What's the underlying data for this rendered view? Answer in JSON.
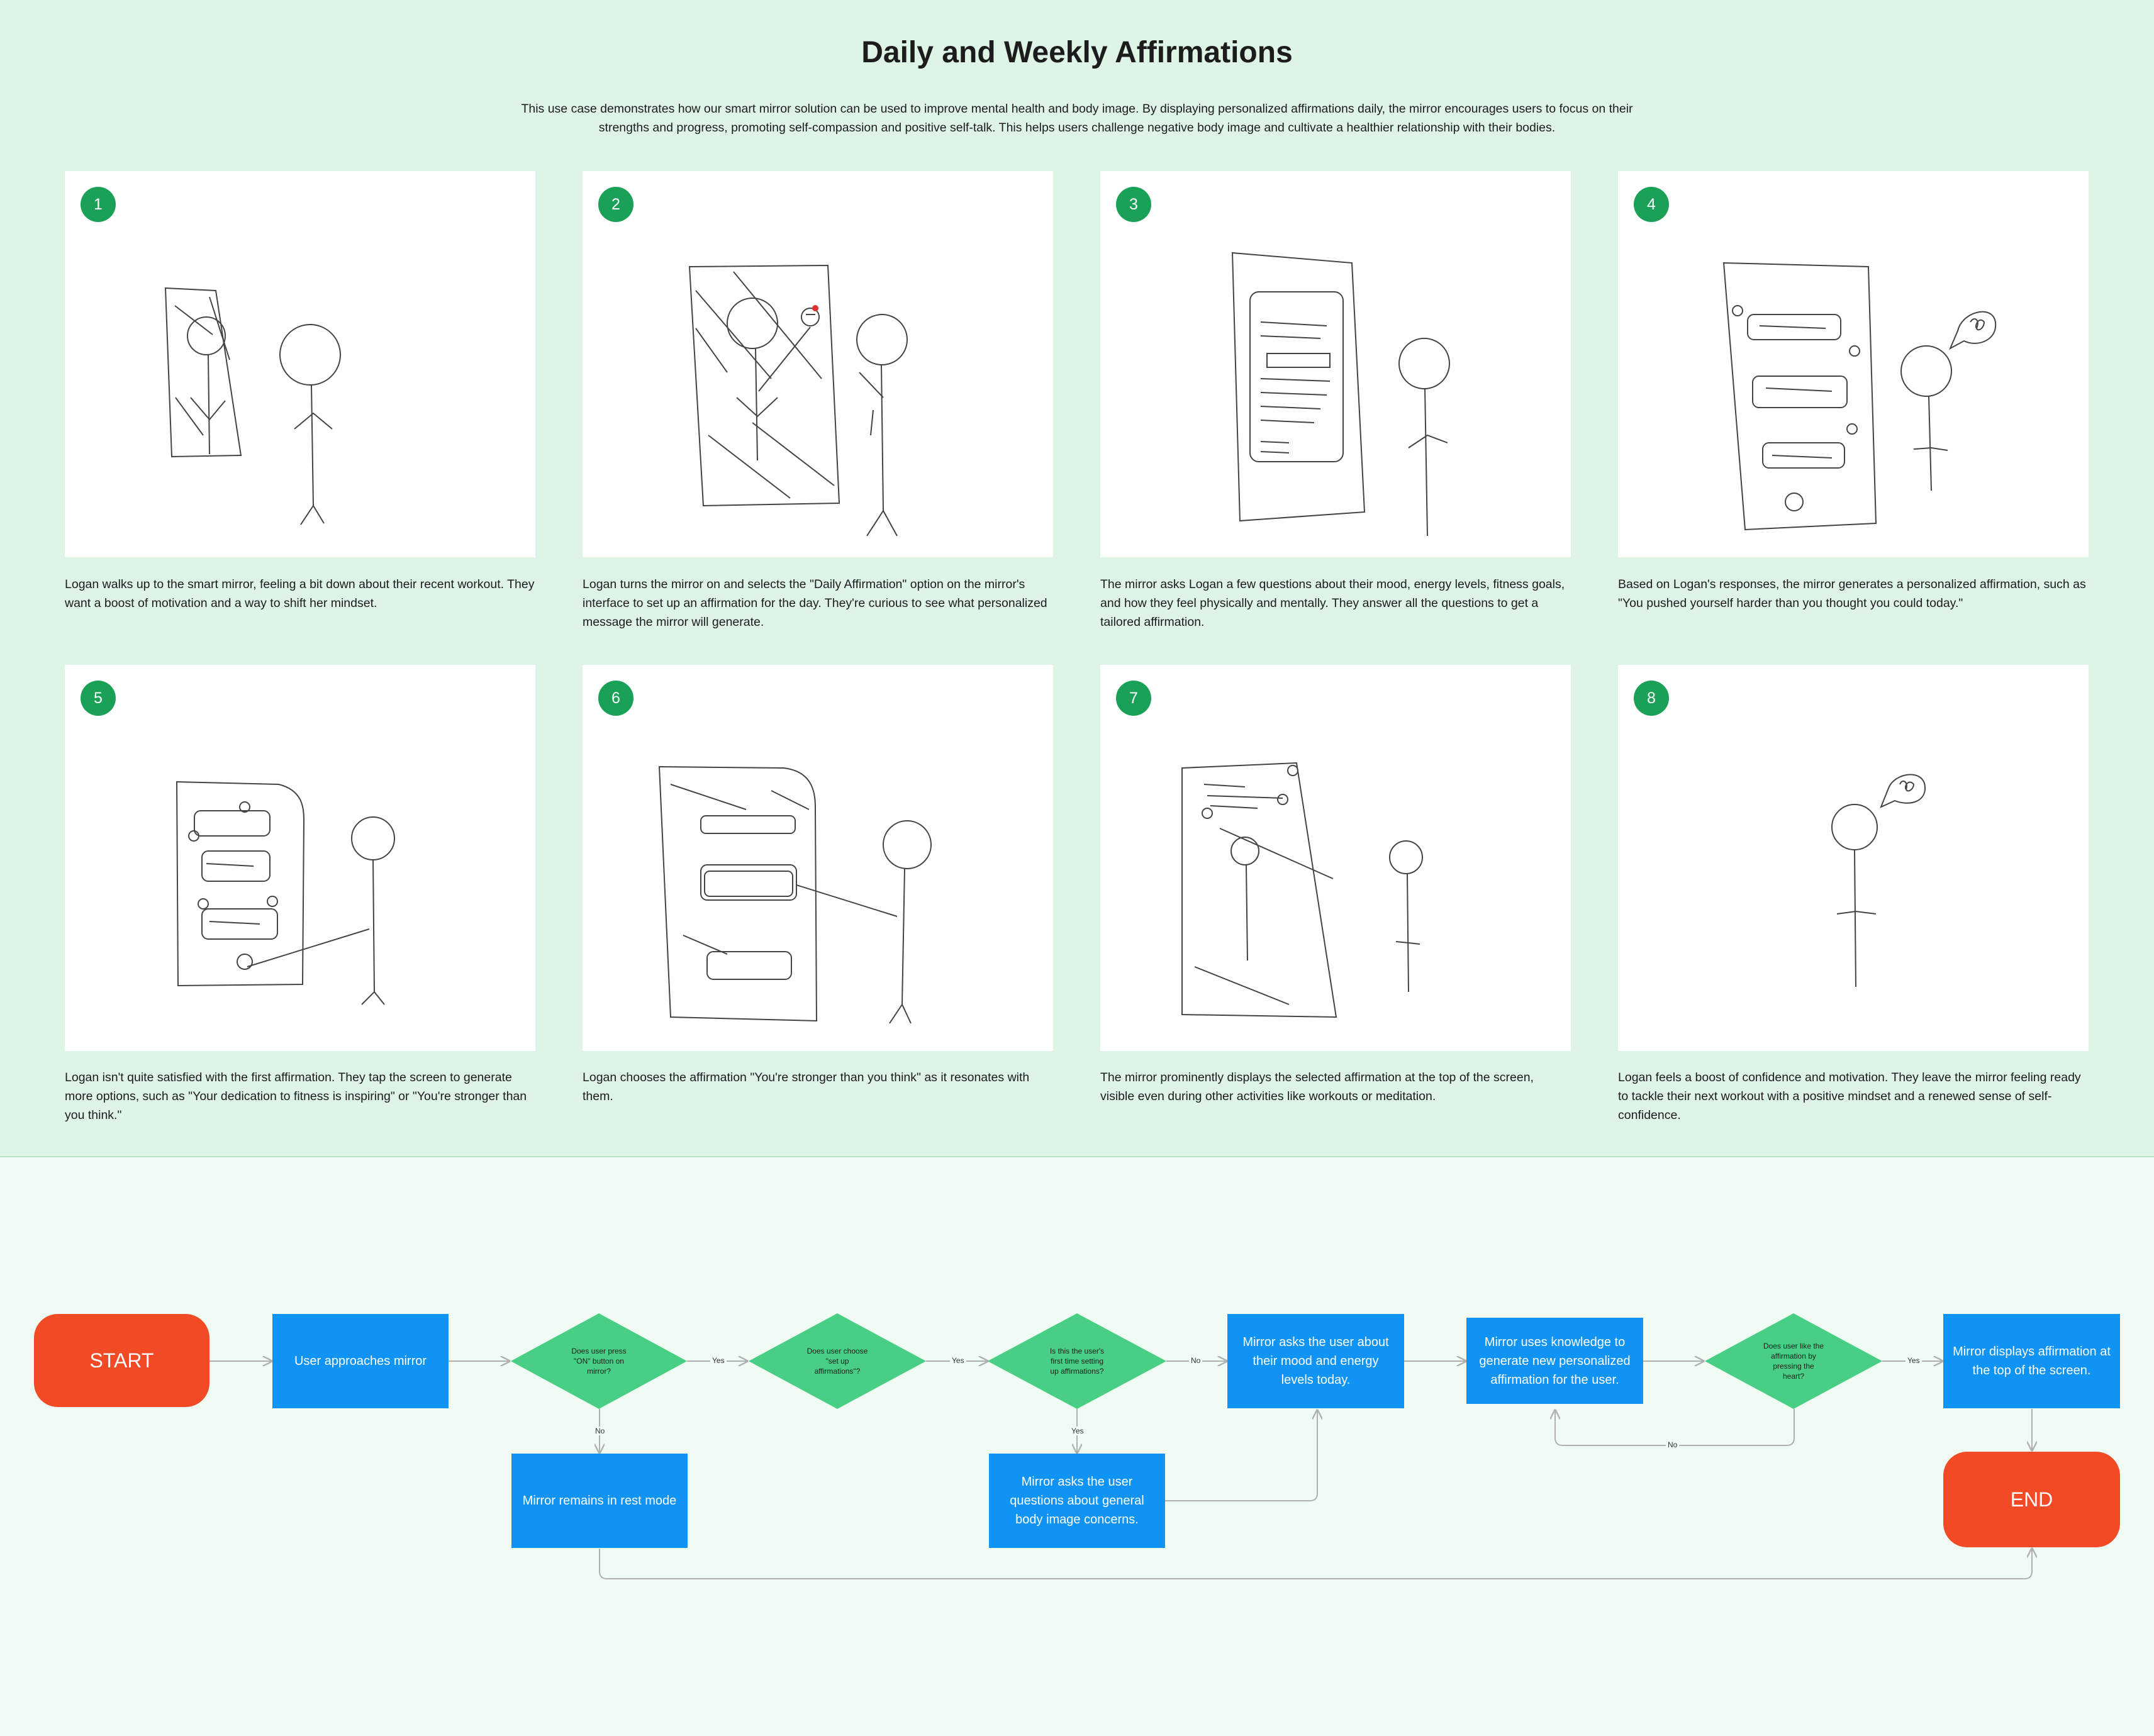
{
  "page": {
    "title": "Daily and Weekly Affirmations",
    "intro": "This use case demonstrates how our smart mirror solution can be used to improve mental health and body image. By displaying personalized affirmations daily, the mirror encourages users to focus on their strengths and progress, promoting self-compassion and positive self-talk. This helps users challenge negative body image and cultivate a healthier relationship with their bodies."
  },
  "steps": [
    {
      "number": "1",
      "caption": "Logan walks up to the smart mirror, feeling a bit down about their recent workout. They want a boost of motivation and a way to shift her mindset."
    },
    {
      "number": "2",
      "caption": "Logan turns the mirror on and selects the \"Daily Affirmation\" option on the mirror's interface to set up an affirmation for the day. They're curious to see what personalized message the mirror will generate."
    },
    {
      "number": "3",
      "caption": "The mirror asks Logan a few questions about their mood, energy levels, fitness goals, and how they feel physically and mentally. They answer all the questions to get a tailored affirmation."
    },
    {
      "number": "4",
      "caption": "Based on Logan's responses, the mirror generates a personalized affirmation, such as \"You pushed yourself harder than you thought you could today.\""
    },
    {
      "number": "5",
      "caption": "Logan isn't quite satisfied with the first affirmation. They tap the screen to generate more options, such as \"Your dedication to fitness is inspiring\" or \"You're stronger than you think.\""
    },
    {
      "number": "6",
      "caption": "Logan chooses the affirmation \"You're stronger than you think\" as it resonates with them."
    },
    {
      "number": "7",
      "caption": "The mirror prominently displays the selected affirmation at the top of the screen, visible even during other activities like workouts or meditation."
    },
    {
      "number": "8",
      "caption": "Logan feels a boost of confidence and motivation. They leave the mirror feeling ready to tackle their next workout with a positive mindset and a renewed sense of self-confidence."
    }
  ],
  "flow": {
    "start": "START",
    "end": "END",
    "approach": "User approaches mirror",
    "q_on": "Does user press \"ON\" button on mirror?",
    "q_setup": "Does user choose \"set up affirmations\"?",
    "q_first": "Is this the user's first time setting up affirmations?",
    "ask_mood": "Mirror asks the user about their mood and energy levels today.",
    "generate": "Mirror uses knowledge to generate new personalized affirmation for the user.",
    "q_like": "Does user like the affirmation by pressing the heart?",
    "display": "Mirror displays affirmation at the top of the screen.",
    "rest": "Mirror remains in rest mode",
    "ask_body": "Mirror asks the user questions about general body image concerns.",
    "labels": {
      "yes_on": "Yes",
      "yes_setup": "Yes",
      "no_first": "No",
      "yes_first": "Yes",
      "no_on": "No",
      "no_like": "No",
      "yes_like": "Yes"
    }
  },
  "colors": {
    "top_bg": "#ddf4e6",
    "bottom_bg": "#f0fbf3",
    "badge": "#1aa157",
    "terminal": "#f24a24",
    "process": "#0f94f5",
    "decision": "#48cf85",
    "connector": "#b0b0b0"
  }
}
